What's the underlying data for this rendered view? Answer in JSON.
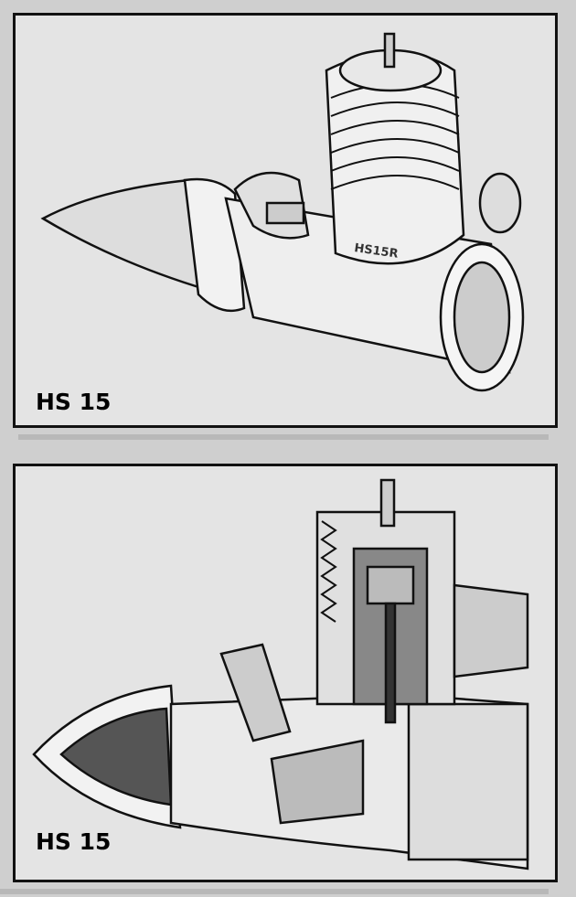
{
  "figures": [
    {
      "label": "HS 15",
      "view": "exterior",
      "engraving": "HS15R"
    },
    {
      "label": "HS 15",
      "view": "cutaway"
    }
  ]
}
